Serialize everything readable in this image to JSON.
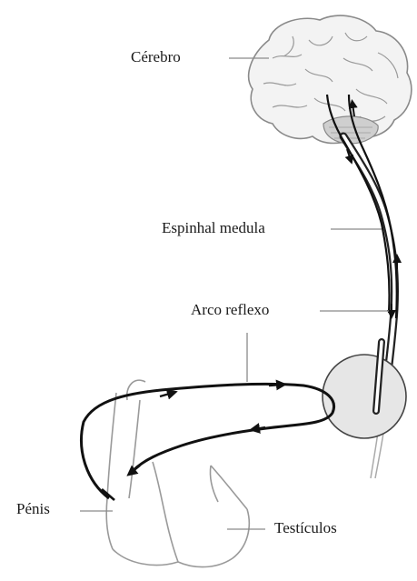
{
  "labels": {
    "brain": "Cérebro",
    "spinal_cord": "Espinhal medula",
    "reflex_arc": "Arco reflexo",
    "penis": "Pénis",
    "testicles": "Testículos"
  },
  "colors": {
    "outline": "#9a9a9a",
    "pathway": "#111111",
    "brain_fill": "#f3f3f3",
    "cerebellum_fill": "#cfcfcf",
    "circle_fill": "#e6e6e6"
  }
}
